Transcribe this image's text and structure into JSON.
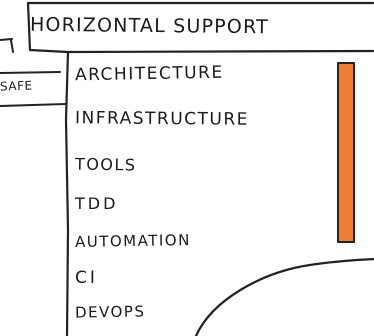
{
  "header": {
    "title": "Horizontal Support"
  },
  "sidebar": {
    "label": "SAFE"
  },
  "list": {
    "items": [
      {
        "label": "Architecture"
      },
      {
        "label": "Infrastructure"
      },
      {
        "label": "Tools"
      },
      {
        "label": "TDD"
      },
      {
        "label": "Automation"
      },
      {
        "label": "CI"
      },
      {
        "label": "DevOps"
      }
    ]
  },
  "colors": {
    "scrollbar": "#ef7f35",
    "ink": "#1c1c1c"
  }
}
